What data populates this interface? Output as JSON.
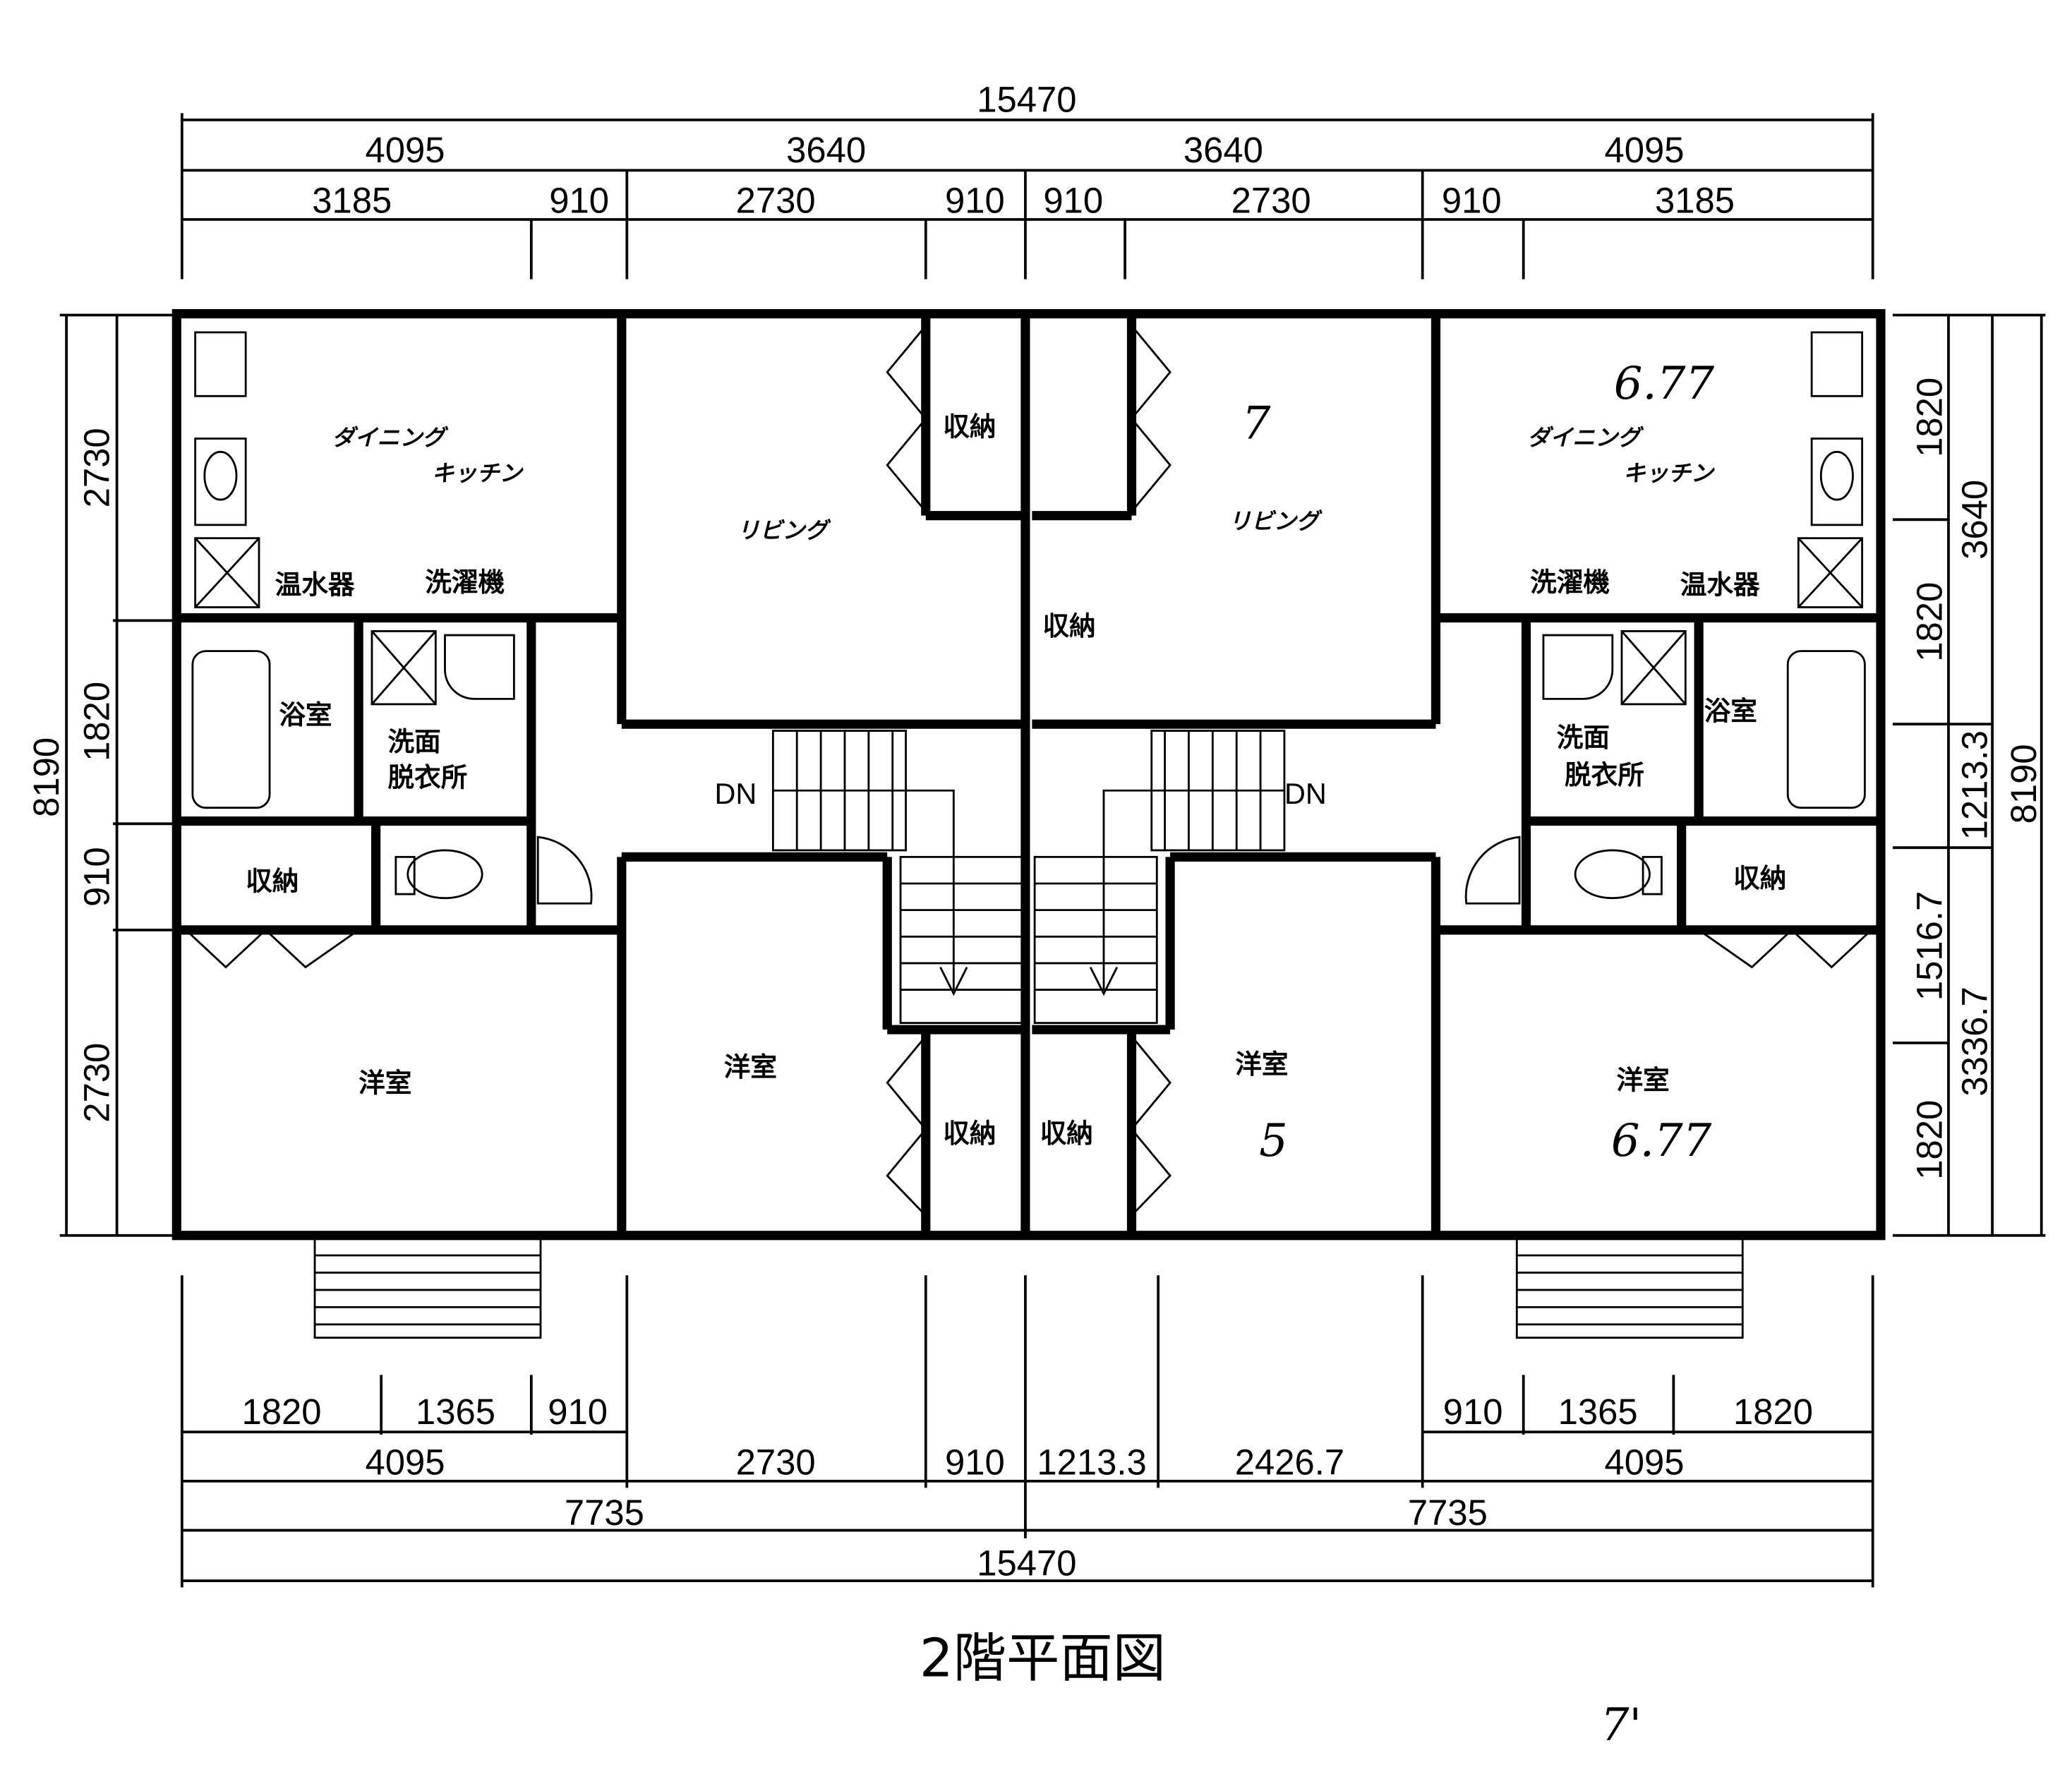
{
  "title": "2階平面図",
  "dimensions": {
    "top_total": "15470",
    "top_row2": [
      "4095",
      "3640",
      "3640",
      "4095"
    ],
    "top_row3": [
      "3185",
      "910",
      "2730",
      "910",
      "910",
      "2730",
      "910",
      "3185"
    ],
    "left_total": "8190",
    "left_parts": [
      "2730",
      "1820",
      "910",
      "2730"
    ],
    "right_col1": [
      "1820",
      "1820",
      "1516.7",
      "1820"
    ],
    "right_col2": [
      "3640",
      "1213.3",
      "3336.7"
    ],
    "right_total": "8190",
    "bottom_row1_left": [
      "1820",
      "1365",
      "910"
    ],
    "bottom_row1_right": [
      "910",
      "1365",
      "1820"
    ],
    "bottom_row2": [
      "4095",
      "2730",
      "910",
      "1213.3",
      "2426.7",
      "4095"
    ],
    "bottom_row3": [
      "7735",
      "7735"
    ],
    "bottom_total": "15470"
  },
  "rooms": {
    "dining_kitchen_1": "ダイニング",
    "dining_kitchen_2": "キッチン",
    "living": "リビング",
    "storage": "収納",
    "water_heater": "温水器",
    "washing_machine": "洗濯機",
    "bath": "浴室",
    "washroom_1": "洗面",
    "washroom_2": "脱衣所",
    "western_room": "洋室",
    "down": "DN"
  },
  "handwritten": {
    "dk_right": "6.77",
    "living_right": "7",
    "room_center_right": "5",
    "room_right": "6.77",
    "corner_note": "7'"
  }
}
